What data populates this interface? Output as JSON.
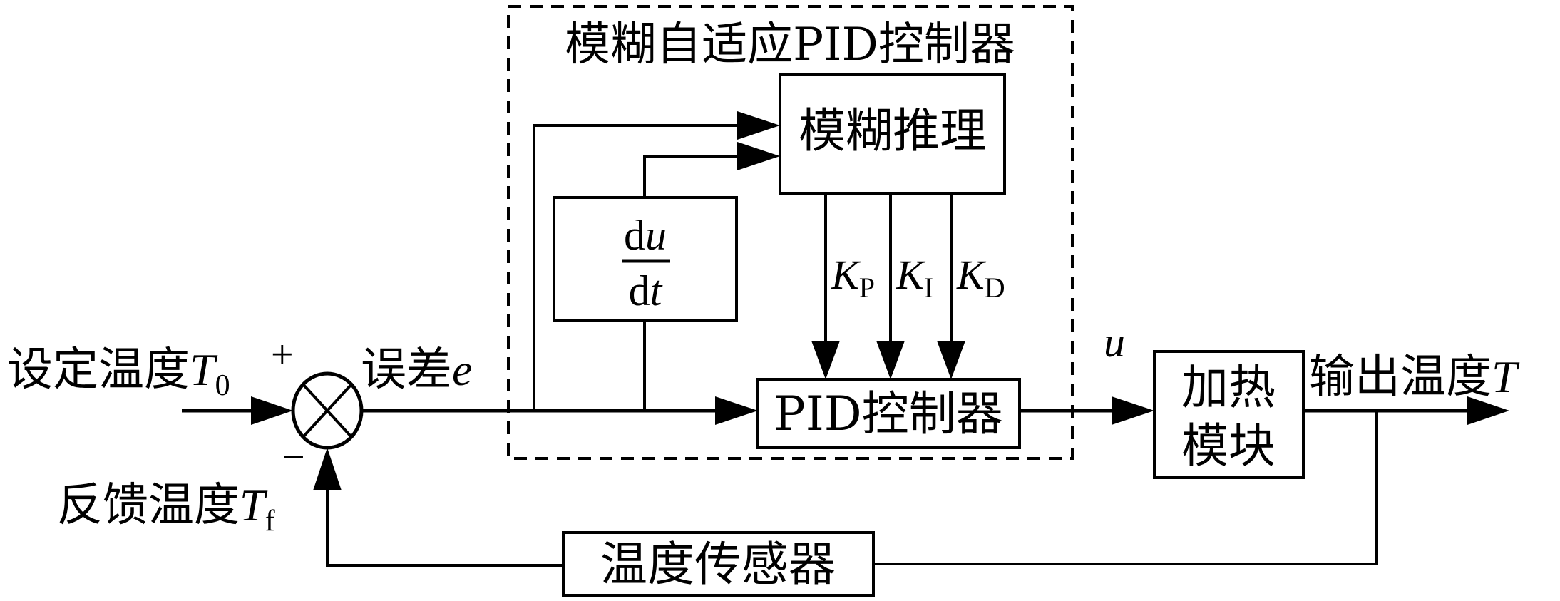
{
  "diagram": {
    "type": "block-diagram",
    "colors": {
      "stroke": "#000000",
      "background": "#ffffff"
    },
    "fuzzy_pid_group": {
      "title": "模糊自适应PID控制器"
    },
    "blocks": {
      "fuzzy_inference": "模糊推理",
      "derivative": {
        "numerator": "du",
        "denominator": "dt",
        "num_d": "d",
        "num_var": "u",
        "den_d": "d",
        "den_var": "t"
      },
      "pid_controller": "PID控制器",
      "heating_module": {
        "line1": "加热",
        "line2": "模块"
      },
      "temperature_sensor": "温度传感器"
    },
    "signals": {
      "setpoint": {
        "label": "设定温度",
        "var": "T",
        "sub": "0"
      },
      "plus_sign": "+",
      "minus_sign": "−",
      "error": {
        "label": "误差",
        "var": "e"
      },
      "feedback": {
        "label": "反馈温度",
        "var": "T",
        "sub": "f"
      },
      "control": {
        "var": "u"
      },
      "output": {
        "label": "输出温度",
        "var": "T"
      },
      "gains": [
        {
          "var": "K",
          "sub": "P"
        },
        {
          "var": "K",
          "sub": "I"
        },
        {
          "var": "K",
          "sub": "D"
        }
      ]
    }
  }
}
